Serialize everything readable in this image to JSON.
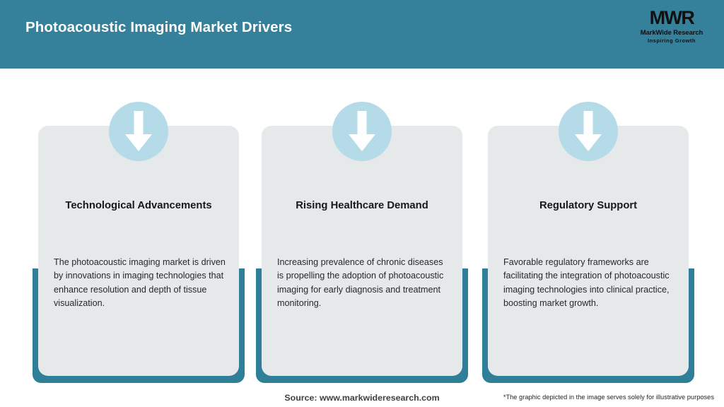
{
  "header": {
    "title": "Photoacoustic Imaging Market Drivers",
    "background_color": "#35809a",
    "title_color": "#ffffff"
  },
  "logo": {
    "mark": "MWR",
    "name": "MarkWide Research",
    "tagline": "Inspiring Growth",
    "icon_name": "markwide-research-logo"
  },
  "theme": {
    "teal": "#2f7f98",
    "header_teal": "#35809a",
    "card_gray": "#e6e9ea",
    "circle_blue": "#b6dbe8",
    "arrow_white": "#ffffff"
  },
  "cards": [
    {
      "icon": "down-arrow-icon",
      "title": "Technological Advancements",
      "body": "The photoacoustic imaging market is driven by innovations in imaging technologies that enhance resolution and depth of tissue visualization."
    },
    {
      "icon": "down-arrow-icon",
      "title": "Rising Healthcare Demand",
      "body": "Increasing prevalence of chronic diseases is propelling the adoption of photoacoustic imaging for early diagnosis and treatment monitoring."
    },
    {
      "icon": "down-arrow-icon",
      "title": "Regulatory Support",
      "body": "Favorable regulatory frameworks are facilitating the integration of photoacoustic imaging technologies into clinical practice, boosting market growth."
    }
  ],
  "footer": {
    "source": "Source: www.markwideresearch.com",
    "disclaimer": "*The graphic depicted in the image serves solely for illustrative purposes"
  }
}
